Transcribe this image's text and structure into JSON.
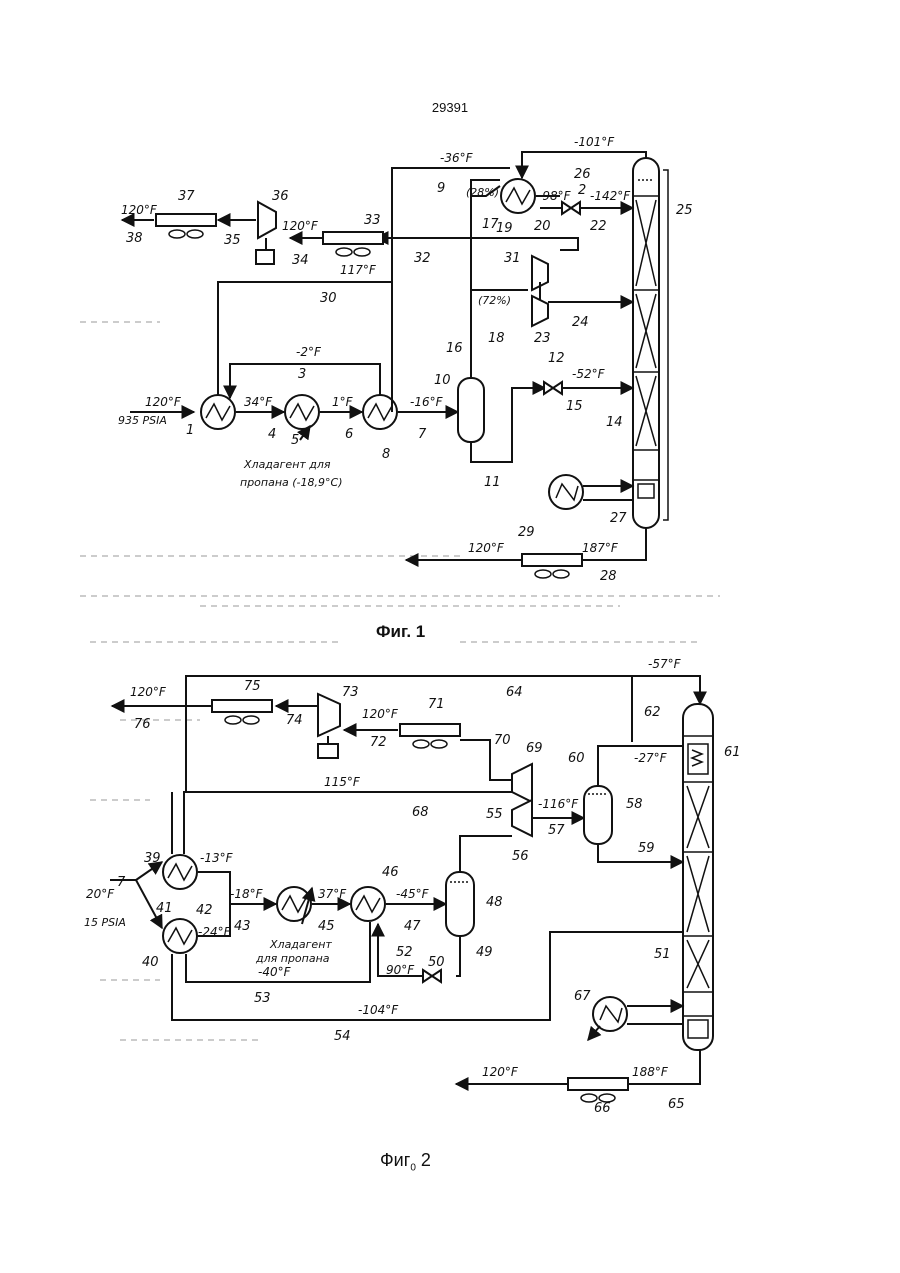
{
  "page_number": "29391",
  "fig1": {
    "caption": "Фиг. 1",
    "numbers": [
      "1",
      "2",
      "3",
      "4",
      "5",
      "6",
      "7",
      "8",
      "9",
      "10",
      "11",
      "12",
      "14",
      "15",
      "16",
      "17",
      "18",
      "19",
      "20",
      "22",
      "23",
      "24",
      "25",
      "26",
      "27",
      "28",
      "29",
      "30",
      "31",
      "32",
      "33",
      "34",
      "35",
      "36",
      "37",
      "38"
    ],
    "temps": [
      "120°F",
      "34°F",
      "1°F",
      "-16°F",
      "-2°F",
      "-36°F",
      "-101°F",
      "-98°F",
      "-142°F",
      "120°F",
      "117°F",
      "120°F",
      "-52°F",
      "187°F",
      "120°F"
    ],
    "notes": {
      "pressure": "935 PSIA",
      "frac_28": "(28%)",
      "frac_72": "(72%)",
      "refrigerant_line1": "Хладагент для",
      "refrigerant_line2": "пропана (-18,9°С)"
    }
  },
  "fig2": {
    "caption": "Фиг",
    "caption_sub": "0",
    "caption_num": " 2",
    "numbers": [
      "39",
      "40",
      "41",
      "42",
      "43",
      "45",
      "46",
      "47",
      "48",
      "49",
      "50",
      "51",
      "52",
      "53",
      "54",
      "55",
      "56",
      "57",
      "58",
      "59",
      "60",
      "61",
      "62",
      "64",
      "65",
      "66",
      "67",
      "68",
      "69",
      "70",
      "71",
      "72",
      "73",
      "74",
      "75",
      "76"
    ],
    "temps": [
      "-57°F",
      "120°F",
      "120°F",
      "115°F",
      "-27°F",
      "-116°F",
      "-13°F",
      "20°F",
      "-18°F",
      "37°F",
      "-45°F",
      "-24°F",
      "-40°F",
      "90°F",
      "-104°F",
      "188°F",
      "120°F"
    ],
    "notes": {
      "pressure": "15 PSIA",
      "refrigerant_line1": "Хладагент",
      "refrigerant_line2": "для пропана",
      "stream_7": "7"
    }
  }
}
